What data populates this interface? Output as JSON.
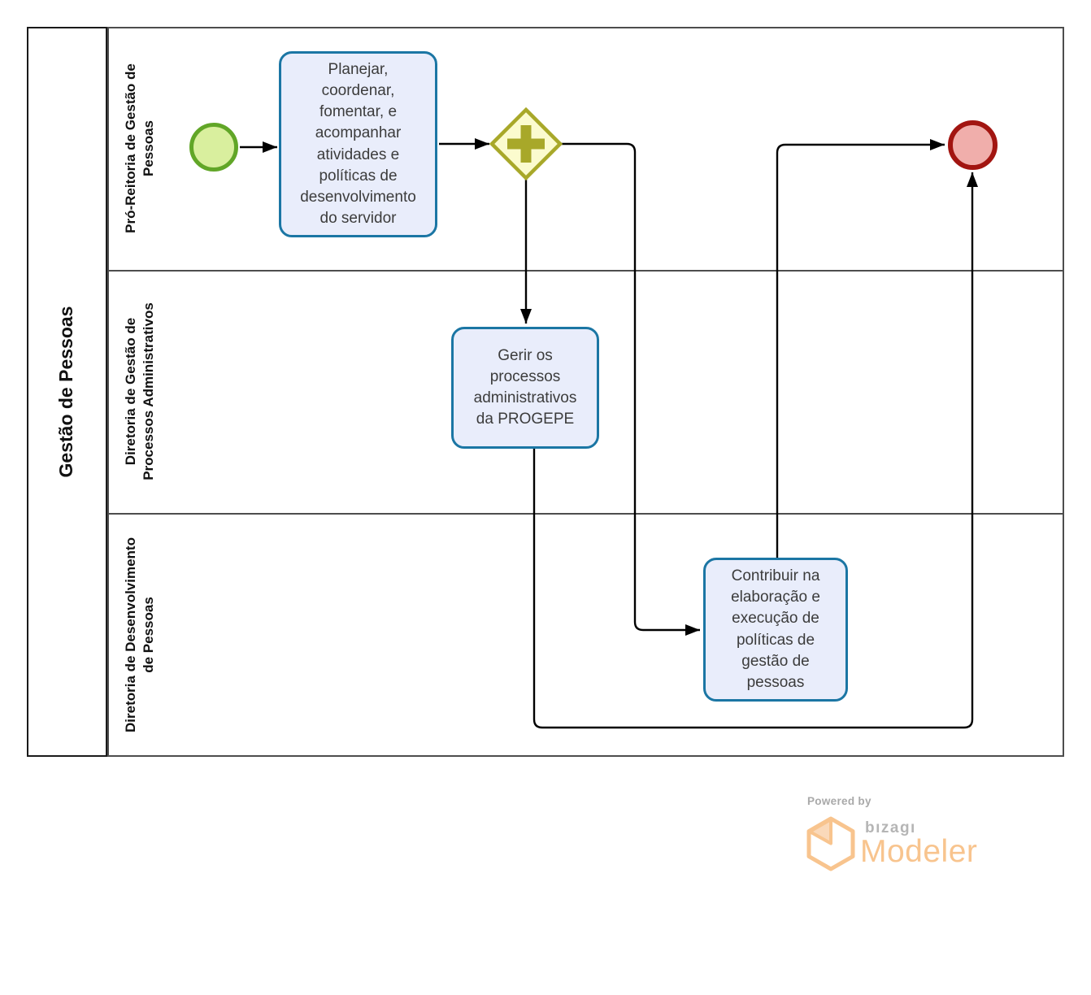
{
  "pool": {
    "label": "Gestão de Pessoas"
  },
  "lanes": [
    {
      "label": "Pró-Reitoria de Gestão de\nPessoas"
    },
    {
      "label": "Diretoria de Gestão de\nProcessos Administrativos"
    },
    {
      "label": "Diretoria de Desenvolvimento\nde Pessoas"
    }
  ],
  "nodes": {
    "start_event": {
      "type": "start-event"
    },
    "task_planejar": {
      "label": "Planejar,\ncoordenar,\nfomentar, e\nacompanhar\natividades e\npolíticas de\ndesenvolvimento\ndo servidor"
    },
    "gateway_parallel": {
      "type": "parallel-gateway"
    },
    "task_gerir": {
      "label": "Gerir os\nprocessos\nadministrativos\nda PROGEPE"
    },
    "task_contribuir": {
      "label": "Contribuir na\nelaboração e\nexecução de\npolíticas de\ngestão de\npessoas"
    },
    "end_event": {
      "type": "end-event"
    }
  },
  "colors": {
    "task_fill": "#E9EDFB",
    "task_border": "#1B76A4",
    "start_fill": "#D9EF9E",
    "start_border": "#61A627",
    "gateway_fill": "#FBFBCE",
    "gateway_border": "#A8A829",
    "end_fill": "#F0AEAB",
    "end_border": "#A21511",
    "connector": "#000000",
    "lane_border": "#4D4D4D",
    "pool_border": "#1A1A1A",
    "brand_orange": "#F8C48E",
    "brand_gray": "#A9A9A9"
  },
  "branding": {
    "powered_by": "Powered by",
    "brand": "bızagı",
    "product": "Modeler"
  }
}
